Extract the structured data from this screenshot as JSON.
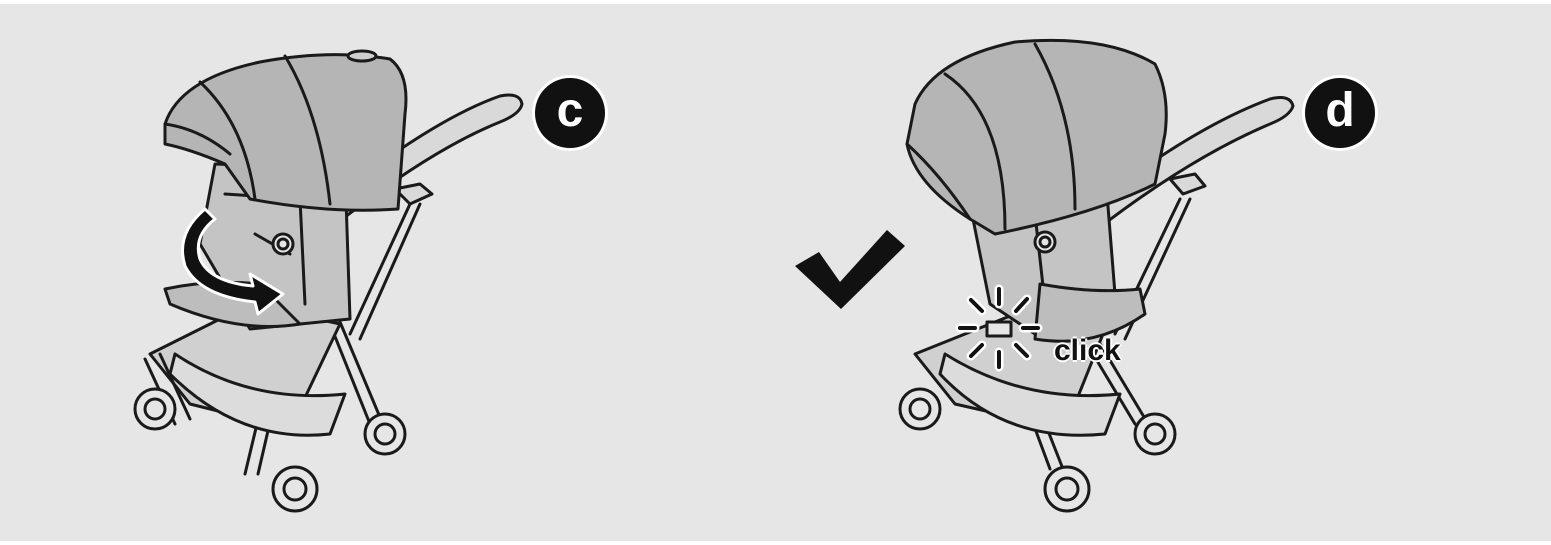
{
  "steps": [
    {
      "id": "c",
      "label": "c"
    },
    {
      "id": "d",
      "label": "d",
      "annotation": "click"
    }
  ],
  "colors": {
    "background": "#e6e6e6",
    "fabric": "#b9b9b9",
    "outline": "#1a1a1a",
    "badge": "#111111"
  },
  "icons": [
    "rotation-arrow-icon",
    "checkmark-icon",
    "click-burst-icon"
  ]
}
